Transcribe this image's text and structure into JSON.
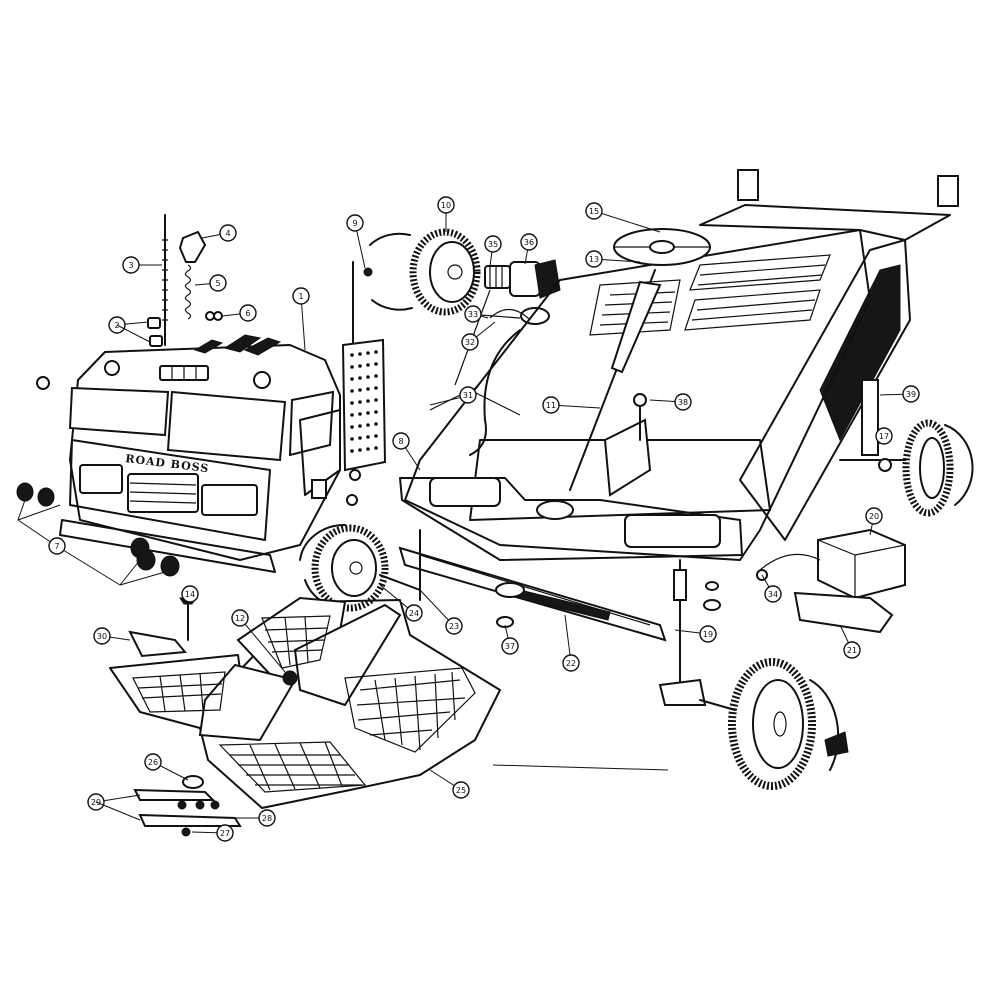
{
  "diagram": {
    "grille_badge": "ROAD BOSS",
    "callouts": [
      "1",
      "2",
      "3",
      "4",
      "5",
      "6",
      "7",
      "8",
      "9",
      "10",
      "11",
      "12",
      "13",
      "14",
      "15",
      "17",
      "19",
      "20",
      "21",
      "22",
      "23",
      "24",
      "25",
      "26",
      "27",
      "28",
      "29",
      "30",
      "31",
      "32",
      "33",
      "34",
      "35",
      "36",
      "37",
      "38",
      "39"
    ]
  }
}
